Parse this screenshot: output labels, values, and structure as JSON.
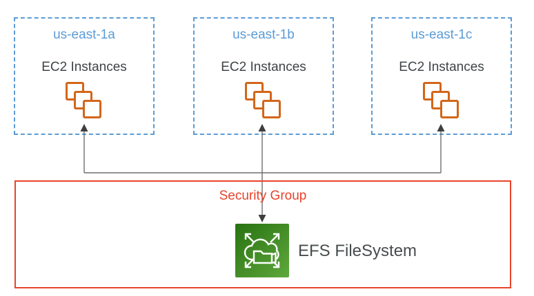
{
  "availability_zones": [
    {
      "name": "us-east-1a",
      "instances_label": "EC2 Instances"
    },
    {
      "name": "us-east-1b",
      "instances_label": "EC2 Instances"
    },
    {
      "name": "us-east-1c",
      "instances_label": "EC2 Instances"
    }
  ],
  "security_group": {
    "label": "Security Group"
  },
  "efs": {
    "label": "EFS FileSystem"
  },
  "icons": {
    "ec2": "ec2-instances-stacked-squares-icon",
    "efs": "efs-cloud-folder-expand-arrows-icon"
  },
  "colors": {
    "zone_border_and_title": "#5B9BD5",
    "ec2_icon_orange": "#D2661A",
    "text_dark_gray": "#3F4447",
    "security_group_red": "#E8432B",
    "connector_gray": "#6E6E6E",
    "arrowhead_gray": "#3F3F3F",
    "efs_green_dark": "#287212",
    "efs_green_light": "#5FA83C"
  }
}
